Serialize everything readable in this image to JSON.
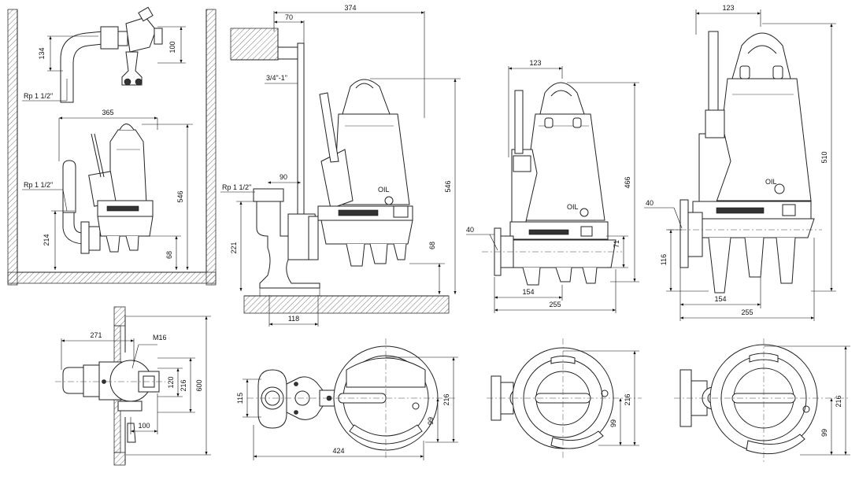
{
  "dimensions": {
    "v1": {
      "h134": "134",
      "h100": "100",
      "rp": "Rp 1 1/2\""
    },
    "v2": {
      "w365": "365",
      "rp": "Rp 1 1/2\"",
      "h546": "546",
      "h214": "214",
      "h68": "68"
    },
    "v3": {
      "w70": "70",
      "w374": "374",
      "pipe": "3/4\"-1\"",
      "w90": "90",
      "rp": "Rp 1 1/2\"",
      "h221": "221",
      "w118": "118",
      "h546": "546",
      "h68": "68"
    },
    "v4": {
      "w123": "123",
      "h466": "466",
      "f40": "40",
      "h71": "71",
      "w154": "154",
      "w255": "255",
      "oil": "OIL"
    },
    "v5": {
      "w123": "123",
      "h510": "510",
      "f40": "40",
      "h116": "116",
      "w154": "154",
      "w255": "255",
      "oil": "OIL",
      "oil2": "OIL"
    },
    "p1": {
      "w271": "271",
      "m16": "M16",
      "h120": "120",
      "h216": "216",
      "h600": "600",
      "w100": "100"
    },
    "p2": {
      "h115": "115",
      "h216": "216",
      "h99": "99",
      "w424": "424"
    },
    "p3": {
      "h216": "216",
      "h99": "99"
    },
    "p4": {
      "h216": "216",
      "h99": "99"
    }
  }
}
